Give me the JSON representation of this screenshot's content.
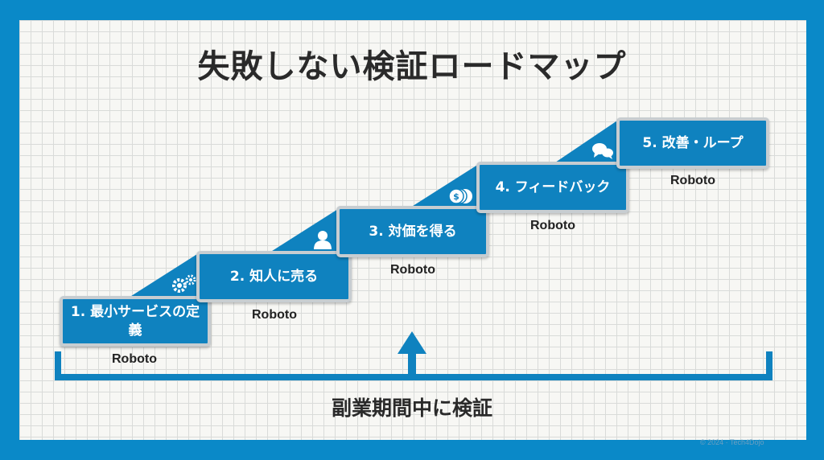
{
  "title": "失敗しない検証ロードマップ",
  "steps": [
    {
      "label": "1. 最小サービスの定義",
      "sub": "Roboto"
    },
    {
      "label": "2. 知人に売る",
      "sub": "Roboto"
    },
    {
      "label": "3. 対価を得る",
      "sub": "Roboto"
    },
    {
      "label": "4. フィードバック",
      "sub": "Roboto"
    },
    {
      "label": "5. 改善・ループ",
      "sub": "Roboto"
    }
  ],
  "bottom_label": "副業期間中に検証",
  "icons": [
    "gears-icon",
    "person-icon",
    "coins-icon",
    "chat-icon"
  ],
  "copyright": "© 2024 · Tech4Dojo",
  "colors": {
    "frame": "#0a89c8",
    "step": "#0f82bf",
    "border": "#c7cdd1"
  }
}
